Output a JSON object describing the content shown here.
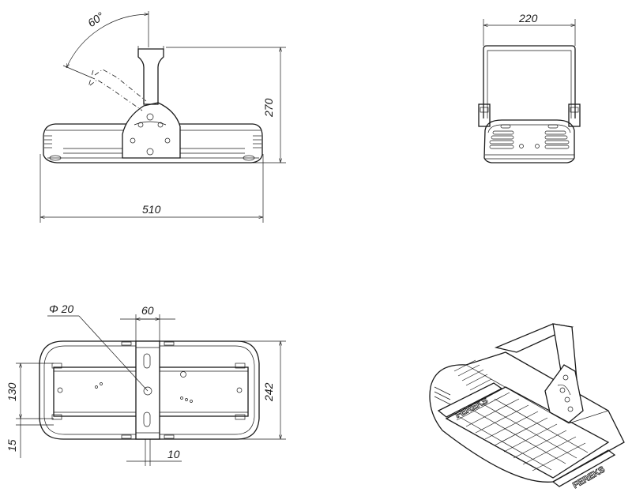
{
  "views": {
    "side": {
      "dims": {
        "width": "510",
        "height": "270",
        "angle": "60°"
      }
    },
    "front": {
      "dims": {
        "width": "220"
      }
    },
    "top": {
      "dims": {
        "hole": "Φ 20",
        "bracket": "60",
        "depth": "242",
        "slot": "130",
        "edge": "15",
        "bracket_thickness": "10"
      }
    },
    "iso": {
      "brand": "FEREKS"
    }
  },
  "colors": {
    "line": "#1a1a1a",
    "background": "#ffffff"
  }
}
